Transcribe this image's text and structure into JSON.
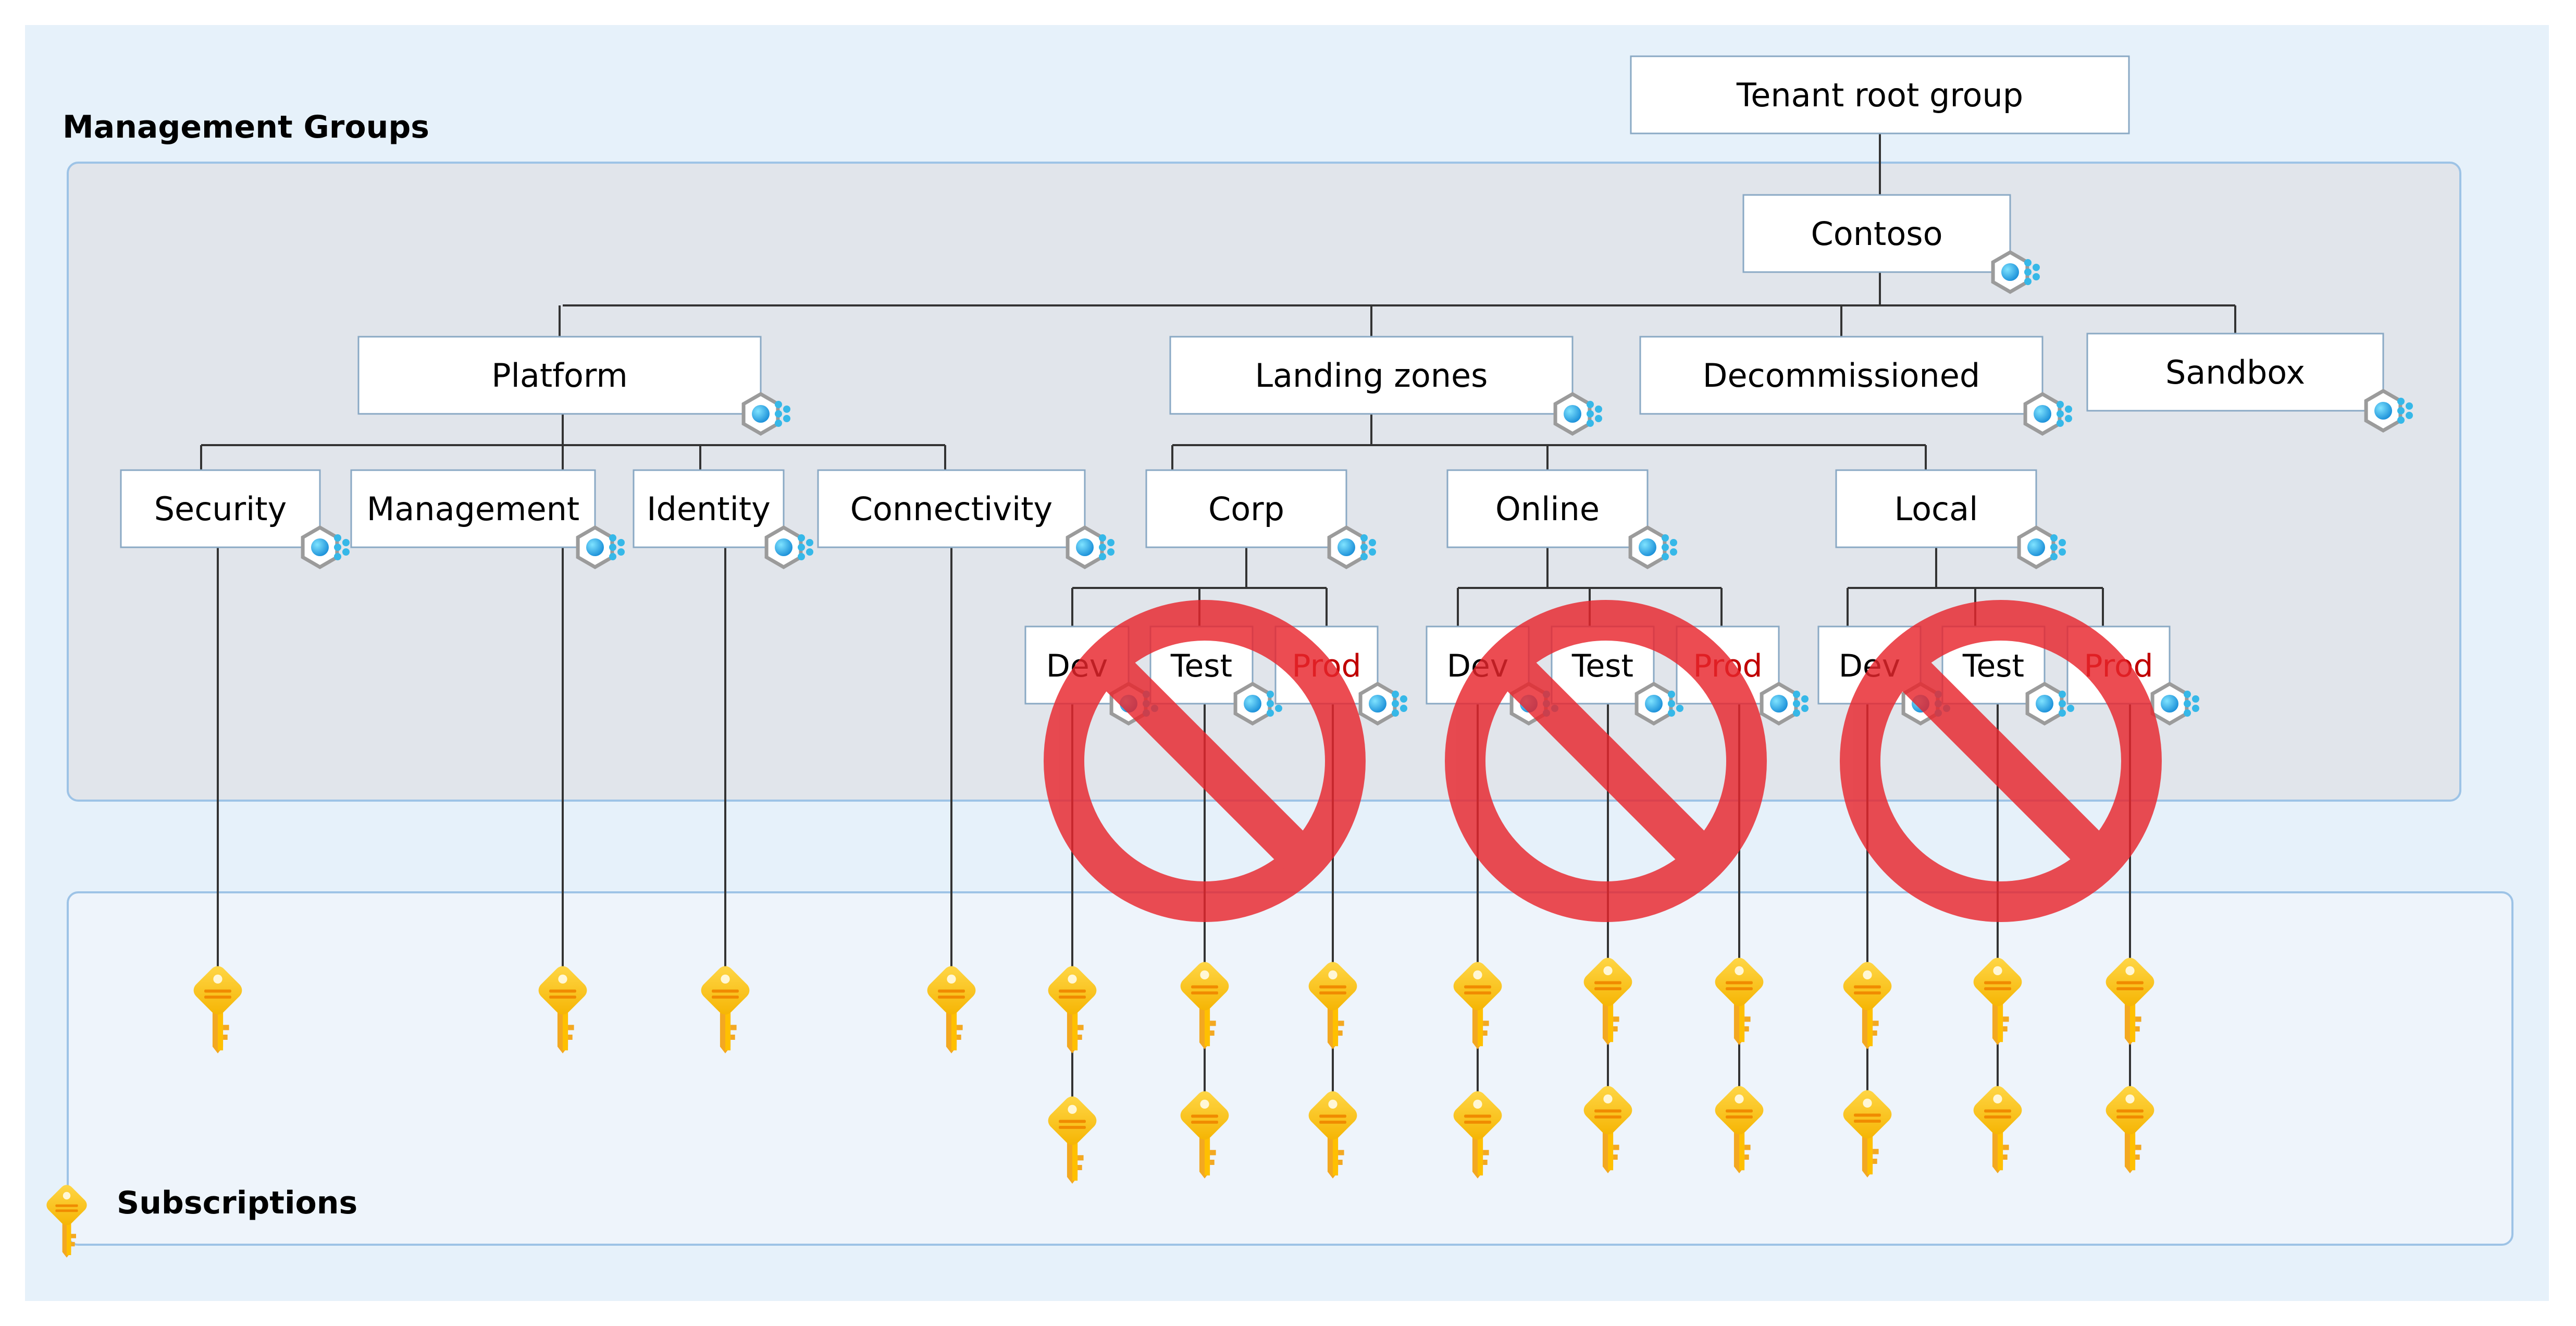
{
  "labels": {
    "management_groups": "Management Groups",
    "subscriptions": "Subscriptions"
  },
  "nodes": {
    "tenant_root": "Tenant root group",
    "contoso": "Contoso",
    "platform": "Platform",
    "landing_zones": "Landing zones",
    "decommissioned": "Decommissioned",
    "sandbox": "Sandbox",
    "security": "Security",
    "management": "Management",
    "identity": "Identity",
    "connectivity": "Connectivity",
    "corp": "Corp",
    "online": "Online",
    "local": "Local",
    "corp_dev": "Dev",
    "corp_test": "Test",
    "corp_prod": "Prod",
    "online_dev": "Dev",
    "online_test": "Test",
    "online_prod": "Prod",
    "local_dev": "Dev",
    "local_test": "Test",
    "local_prod": "Prod"
  },
  "icons": {
    "management_group": "management-group-icon",
    "subscription": "subscription-key-icon",
    "prohibited": "no-entry-icon"
  },
  "colors": {
    "outer_background": "#e6f1fa",
    "management_panel": "#e1e5eb",
    "subscription_panel": "#eef4fb",
    "panel_border": "#9dc3e6",
    "node_border": "#8aa9c4",
    "key_yellow": "#ffc000",
    "key_orange": "#f3a821",
    "no_entry_red": "#e8262d",
    "text": "#000000",
    "prod_text": "#c00000"
  }
}
